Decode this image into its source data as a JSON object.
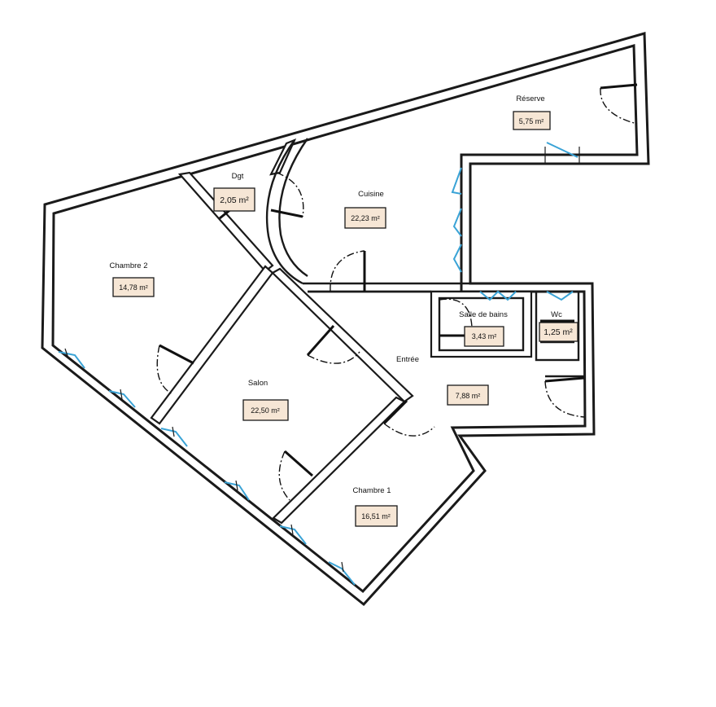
{
  "rooms": {
    "reserve": {
      "name": "Réserve",
      "area": "5,75 m²"
    },
    "dgt": {
      "name": "Dgt",
      "area": "2,05 m²"
    },
    "cuisine": {
      "name": "Cuisine",
      "area": "22,23 m²"
    },
    "chambre2": {
      "name": "Chambre 2",
      "area": "14,78 m²"
    },
    "salle_de_bains": {
      "name": "Salle de bains",
      "area": "3,43 m²"
    },
    "wc": {
      "name": "Wc",
      "area": "1,25 m²"
    },
    "entree": {
      "name": "Entrée",
      "area": "7,88 m²"
    },
    "salon": {
      "name": "Salon",
      "area": "22,50 m²"
    },
    "chambre1": {
      "name": "Chambre 1",
      "area": "16,51 m²"
    }
  },
  "colors": {
    "wall": "#1a1a1a",
    "window": "#3aa3d6",
    "area_label_fill": "#f6e6d5"
  }
}
